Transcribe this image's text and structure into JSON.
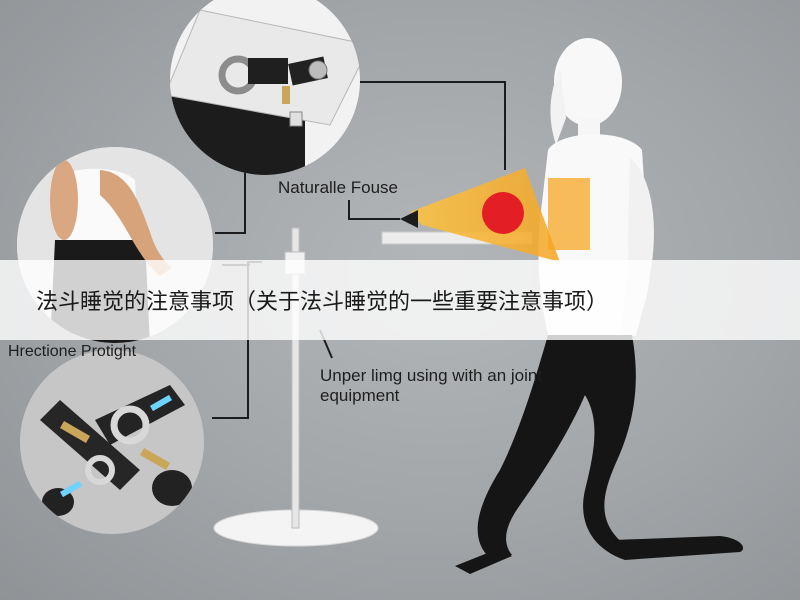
{
  "title": "法斗睡觉的注意事项（关于法斗睡觉的一些重要注意事项）",
  "labels": {
    "focus": "Naturalle Fouse",
    "protect": "Hrectione Protight",
    "note": "Unper limg using with an joint equipment"
  },
  "colors": {
    "banner_overlay": "#ffffff",
    "highlight_orange": "#f5a623",
    "focus_dot": "#e31e24",
    "leggings": "#151515",
    "background": "#a2a5a8"
  }
}
